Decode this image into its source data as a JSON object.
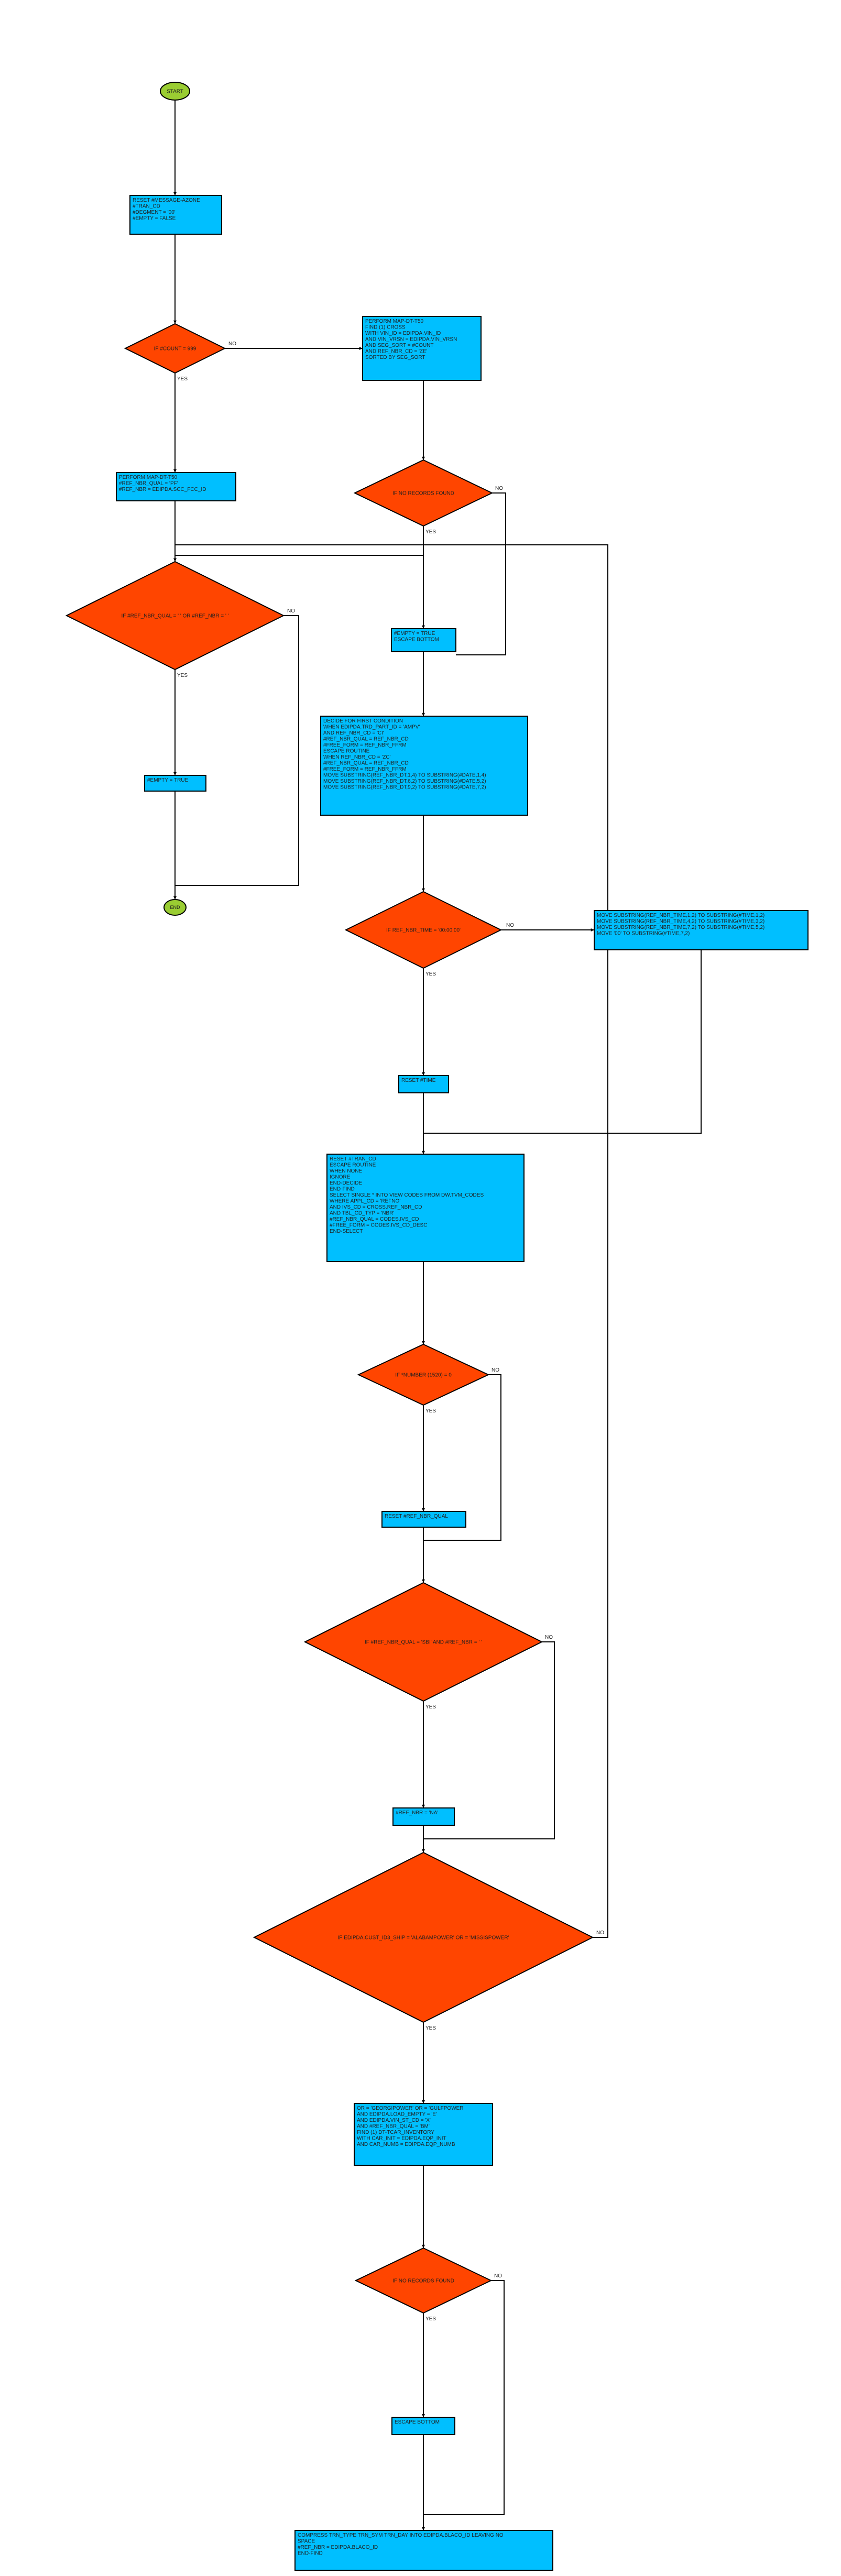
{
  "colors": {
    "terminal": "#9acd32",
    "process": "#00bfff",
    "decision": "#ff4500",
    "stroke": "#000000"
  },
  "nodes": {
    "start": {
      "lines": [
        "START"
      ]
    },
    "n1": {
      "lines": [
        "RESET #MESSAGE-AZONE",
        "#TRAN_CD",
        "#DEGMENT = '00'",
        "#EMPTY = FALSE"
      ]
    },
    "d1": {
      "lines": [
        "IF #COUNT = 999"
      ]
    },
    "n2": {
      "lines": [
        "PERFORM MAP-DT-T50",
        "FIND (1) CROSS",
        "WITH VIN_ID = EDIPDA.VIN_ID",
        "AND VIN_VRSN = EDIPDA.VIN_VRSN",
        "AND SEG_SORT = #COUNT",
        "AND REF_NBR_CD = 'ZE'",
        "SORTED BY SEG_SORT"
      ]
    },
    "d2": {
      "lines": [
        "IF NO RECORDS FOUND"
      ]
    },
    "n3": {
      "lines": [
        "PERFORM MAP-DT-T50",
        "#REF_NBR_QUAL = 'PF'",
        "#REF_NBR = EDIPDA.SCC_FCC_ID"
      ]
    },
    "d3": {
      "lines": [
        "IF #REF_NBR_QUAL = ' ' OR #REF_NBR = ' '"
      ]
    },
    "n4": {
      "lines": [
        "#EMPTY = TRUE",
        "ESCAPE BOTTOM"
      ]
    },
    "n5": {
      "lines": [
        "DECIDE FOR FIRST CONDITION",
        "WHEN EDIPDA.TRD_PART_ID = 'AMPV'",
        "AND REF_NBR_CD = 'CI'",
        "#REF_NBR_QUAL = REF_NBR_CD",
        "#FREE_FORM = REF_NBR_FFRM",
        "ESCAPE ROUTINE",
        "WHEN REF_NBR_CD = 'ZC'",
        "#REF_NBR_QUAL = REF_NBR_CD",
        "#FREE_FORM = REF_NBR_FFRM",
        "MOVE SUBSTRING(REF_NBR_DT,1,4) TO SUBSTRING(#DATE,1,4)",
        "MOVE SUBSTRING(REF_NBR_DT,6,2) TO SUBSTRING(#DATE,5,2)",
        "MOVE SUBSTRING(REF_NBR_DT,9,2) TO SUBSTRING(#DATE,7,2)"
      ]
    },
    "n6": {
      "lines": [
        "#EMPTY = TRUE"
      ]
    },
    "end": {
      "lines": [
        "END"
      ]
    },
    "d4": {
      "lines": [
        "IF REF_NBR_TIME = '00:00:00'"
      ]
    },
    "n7": {
      "lines": [
        "MOVE SUBSTRING(REF_NBR_TIME,1,2) TO SUBSTRING(#TIME,1,2)",
        "MOVE SUBSTRING(REF_NBR_TIME,4,2) TO SUBSTRING(#TIME,3,2)",
        "MOVE SUBSTRING(REF_NBR_TIME,7,2) TO SUBSTRING(#TIME,5,2)",
        "MOVE '00' TO SUBSTRING(#TIME,7,2)"
      ]
    },
    "n8": {
      "lines": [
        "RESET #TIME"
      ]
    },
    "n9": {
      "lines": [
        "RESET #TRAN_CD",
        "ESCAPE ROUTINE",
        "WHEN NONE",
        "IGNORE",
        "END-DECIDE",
        "END-FIND",
        "SELECT SINGLE * INTO VIEW CODES FROM DW.TVM_CODES",
        "WHERE APPL_CD = 'REFNO'",
        "AND IVS_CD = CROSS.REF_NBR_CD",
        "AND TBL_CD_TYP = 'NBR'",
        "#REF_NBR_QUAL = CODES.IVS_CD",
        "#FREE_FORM = CODES.IVS_CD_DESC",
        "END-SELECT"
      ]
    },
    "d5": {
      "lines": [
        "IF *NUMBER (1520) = 0"
      ]
    },
    "n10": {
      "lines": [
        "RESET #REF_NBR_QUAL"
      ]
    },
    "d6": {
      "lines": [
        "IF #REF_NBR_QUAL = 'SBI' AND #REF_NBR = ' '"
      ]
    },
    "n11": {
      "lines": [
        "#REF_NBR = 'NA'"
      ]
    },
    "d7": {
      "lines": [
        "IF EDIPDA.CUST_ID3_SHIP = 'ALABAMPOWER' OR = 'MISSISPOWER'"
      ]
    },
    "n12": {
      "lines": [
        "OR = 'GEORGIPOWER' OR = 'GULFPOWER'",
        "AND EDIPDA.LOAD_EMPTY = 'E'",
        "AND EDIPDA.VIN_ST_CD = 'X'",
        "AND #REF_NBR_QUAL = 'BM'",
        "FIND (1) DT-TCAR_INVENTORY",
        "WITH CAR_INIT = EDIPDA.EQP_INIT",
        "AND CAR_NUMB = EDIPDA.EQP_NUMB"
      ]
    },
    "d8": {
      "lines": [
        "IF NO RECORDS FOUND"
      ]
    },
    "n13": {
      "lines": [
        "ESCAPE BOTTOM"
      ]
    },
    "n14": {
      "lines": [
        "COMPRESS TRN_TYPE TRN_SYM TRN_DAY INTO EDIPDA.BLACO_ID LEAVING NO",
        "SPACE",
        "#REF_NBR = EDIPDA.BLACO_ID",
        "END-FIND"
      ]
    }
  },
  "edge_labels": {
    "d1_yes": "YES",
    "d1_no": "NO",
    "d2_yes": "YES",
    "d2_no": "NO",
    "d3_yes": "YES",
    "d3_no": "NO",
    "d4_yes": "YES",
    "d4_no": "NO",
    "d5_yes": "YES",
    "d5_no": "NO",
    "d6_yes": "YES",
    "d6_no": "NO",
    "d7_yes": "YES",
    "d7_no": "NO",
    "d8_yes": "YES",
    "d8_no": "NO"
  }
}
